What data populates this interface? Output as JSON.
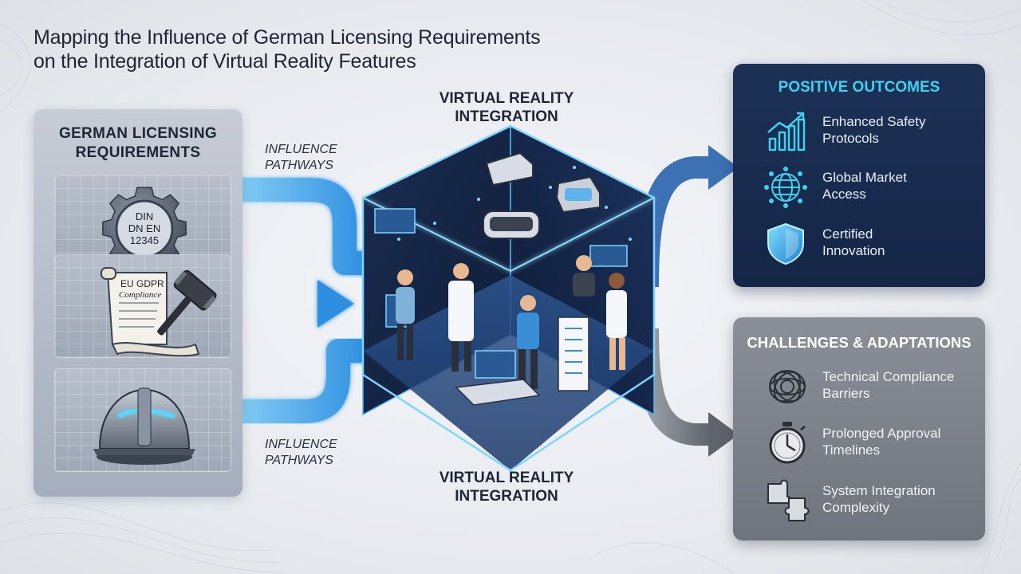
{
  "title": {
    "line1": "Mapping the Influence of German Licensing Requirements",
    "line2": "on the Integration of Virtual Reality Features"
  },
  "left_panel": {
    "title_line1": "GERMAN LICENSING",
    "title_line2": "REQUIREMENTS",
    "cards": [
      {
        "icon": "din-gear-icon",
        "label_line1": "DIN",
        "label_line2": "DN EN",
        "label_line3": "12345"
      },
      {
        "icon": "gavel-scroll-icon",
        "label_line1": "EU GDPR",
        "label_line2": "Compliance"
      },
      {
        "icon": "safety-helmet-icon"
      }
    ]
  },
  "center": {
    "top_label_line1": "VIRTUAL REALITY",
    "top_label_line2": "INTEGRATION",
    "bottom_label_line1": "VIRTUAL REALITY",
    "bottom_label_line2": "INTEGRATION",
    "pathway_top_line1": "INFLUENCE",
    "pathway_top_line2": "PATHWAYS",
    "pathway_bottom_line1": "INFLUENCE",
    "pathway_bottom_line2": "PATHWAYS"
  },
  "positive": {
    "title": "POSITIVE OUTCOMES",
    "items": [
      {
        "icon": "growth-chart-icon",
        "line1": "Enhanced Safety",
        "line2": "Protocols"
      },
      {
        "icon": "globe-network-icon",
        "line1": "Global Market",
        "line2": "Access"
      },
      {
        "icon": "shield-icon",
        "line1": "Certified",
        "line2": "Innovation"
      }
    ]
  },
  "challenges": {
    "title": "CHALLENGES & ADAPTATIONS",
    "items": [
      {
        "icon": "tangled-knot-icon",
        "line1": "Technical Compliance",
        "line2": "Barriers"
      },
      {
        "icon": "stopwatch-icon",
        "line1": "Prolonged Approval",
        "line2": "Timelines"
      },
      {
        "icon": "puzzle-icon",
        "line1": "System Integration",
        "line2": "Complexity"
      }
    ]
  },
  "colors": {
    "accent_cyan": "#3fd2f0",
    "arrow_blue": "#3aa9ec",
    "positive_panel": "#1b2e52",
    "challenge_panel": "#7c818a",
    "arrow_gray": "#6c717a"
  }
}
